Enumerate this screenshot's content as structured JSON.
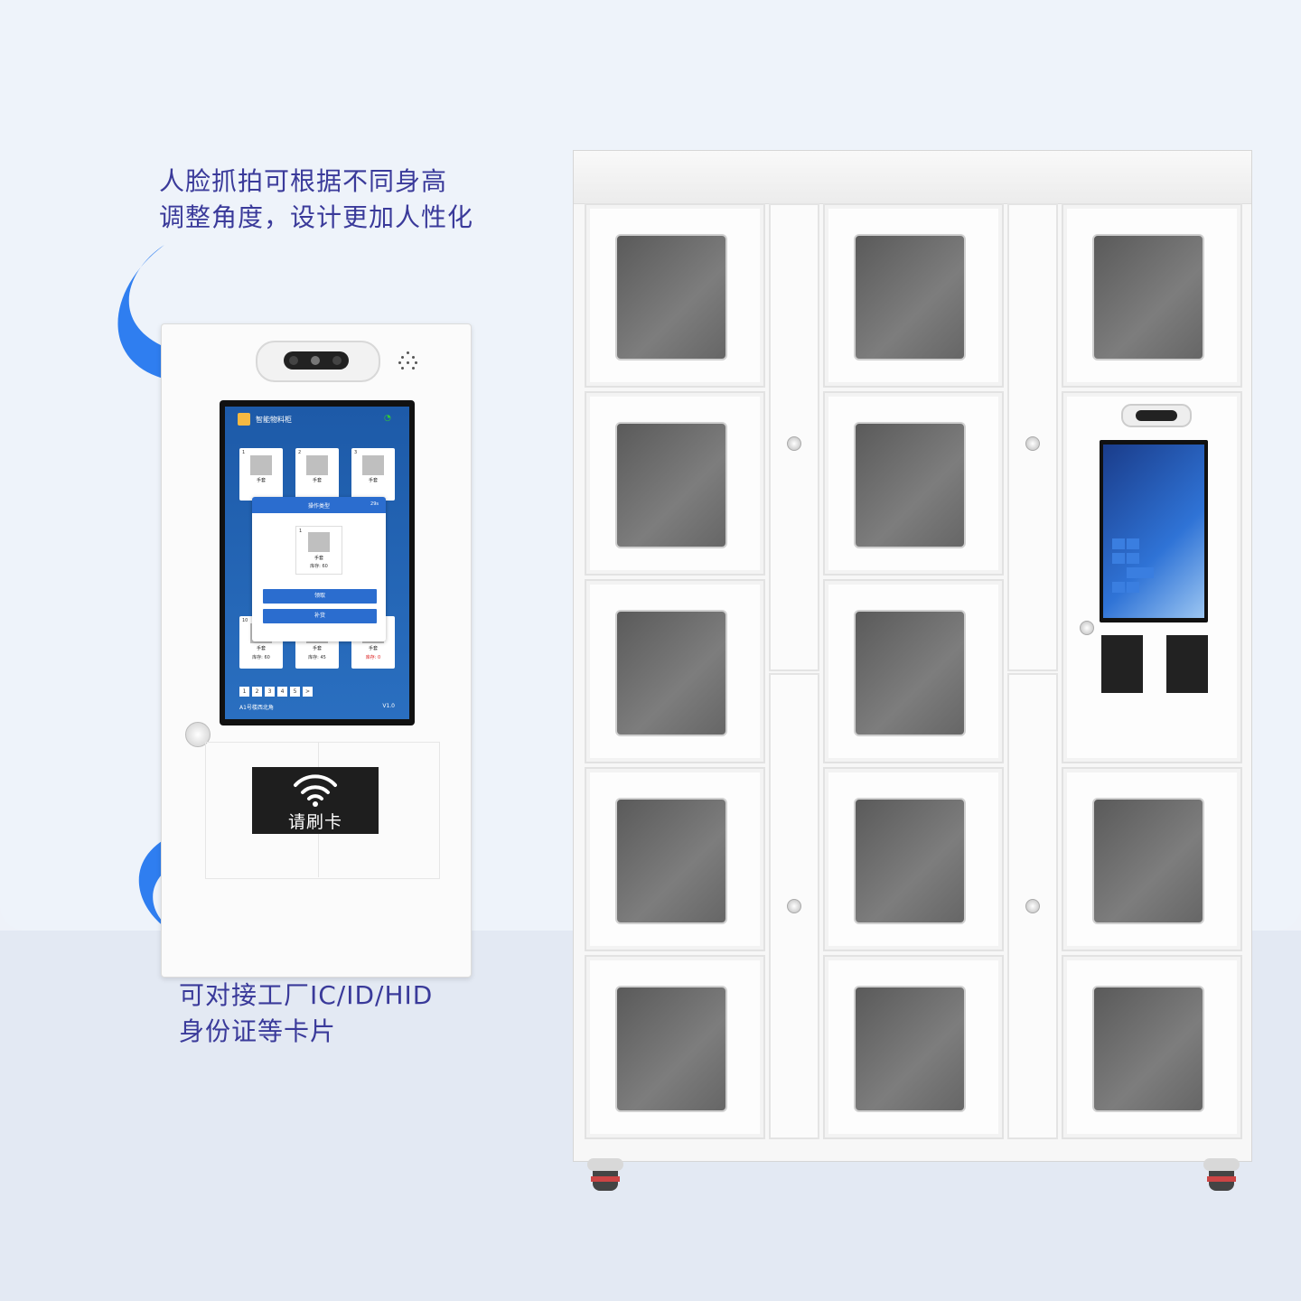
{
  "captions": {
    "face_line1": "人脸抓拍可根据不同身高",
    "face_line2": "调整角度，设计更加人性化",
    "card_line1": "可对接工厂IC/ID/HID",
    "card_line2": "身份证等卡片"
  },
  "card_reader": {
    "label": "请刷卡",
    "icon": "wifi-icon"
  },
  "kiosk_screen": {
    "app_title": "智能物料柜",
    "status_icon": "wifi-signal-icon",
    "items": [
      {
        "num": "1",
        "name": "手套",
        "stock": ""
      },
      {
        "num": "2",
        "name": "手套",
        "stock": ""
      },
      {
        "num": "3",
        "name": "手套",
        "stock": ""
      },
      {
        "num": "10",
        "name": "手套",
        "stock": "库存: 60"
      },
      {
        "num": "",
        "name": "手套",
        "stock": "库存: 45"
      },
      {
        "num": "",
        "name": "手套",
        "stock": "库存: 0"
      }
    ],
    "dialog": {
      "title": "操作类型",
      "timer": "29s",
      "item_num": "1",
      "item_name": "手套",
      "item_stock": "库存: 60",
      "btn_take": "领取",
      "btn_restock": "补货"
    },
    "pager": [
      "1",
      "2",
      "3",
      "4",
      "5",
      ">"
    ],
    "footer_location": "A1号楼西北角",
    "footer_version": "V1.0"
  },
  "colors": {
    "caption": "#3a3a9a",
    "arrow": "#2f7ef0",
    "screen_blue": "#1d5aa8"
  }
}
